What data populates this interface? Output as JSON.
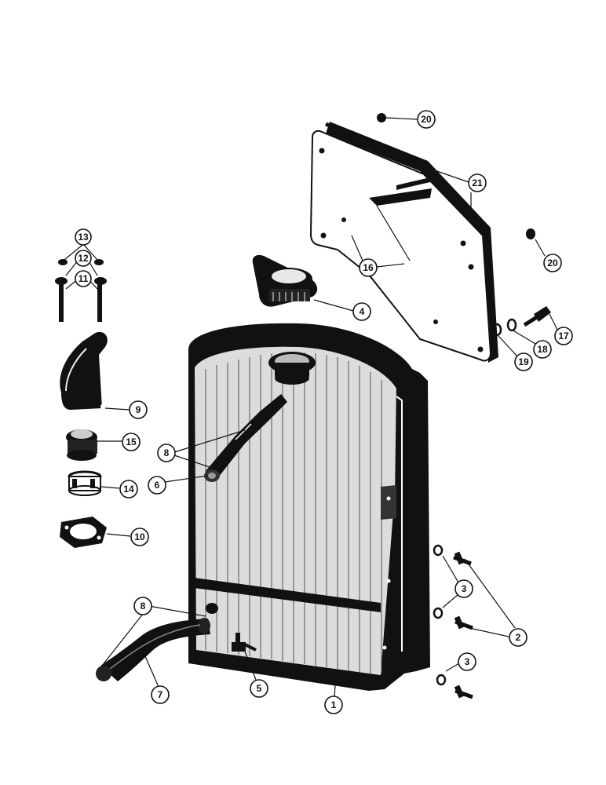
{
  "callouts": [
    {
      "id": "c20a",
      "label": "20"
    },
    {
      "id": "c21",
      "label": "21"
    },
    {
      "id": "c20b",
      "label": "20"
    },
    {
      "id": "c16",
      "label": "16"
    },
    {
      "id": "c13",
      "label": "13"
    },
    {
      "id": "c12",
      "label": "12"
    },
    {
      "id": "c11",
      "label": "11"
    },
    {
      "id": "c4",
      "label": "4"
    },
    {
      "id": "c17",
      "label": "17"
    },
    {
      "id": "c18",
      "label": "18"
    },
    {
      "id": "c19",
      "label": "19"
    },
    {
      "id": "c9",
      "label": "9"
    },
    {
      "id": "c15",
      "label": "15"
    },
    {
      "id": "c8a",
      "label": "8"
    },
    {
      "id": "c6",
      "label": "6"
    },
    {
      "id": "c14",
      "label": "14"
    },
    {
      "id": "c10",
      "label": "10"
    },
    {
      "id": "c3a",
      "label": "3"
    },
    {
      "id": "c2",
      "label": "2"
    },
    {
      "id": "c8b",
      "label": "8"
    },
    {
      "id": "c3b",
      "label": "3"
    },
    {
      "id": "c7",
      "label": "7"
    },
    {
      "id": "c5",
      "label": "5"
    },
    {
      "id": "c1",
      "label": "1"
    }
  ]
}
